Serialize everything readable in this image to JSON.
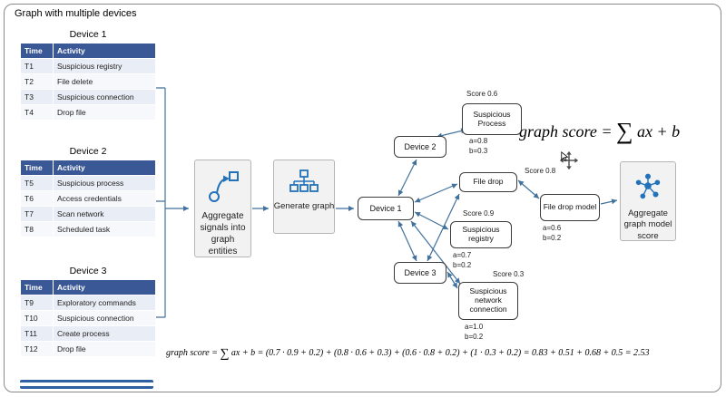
{
  "title": "Graph with multiple devices",
  "tables": [
    {
      "name": "Device 1",
      "columns": [
        "Time",
        "Activity"
      ],
      "rows": [
        [
          "T1",
          "Suspicious registry"
        ],
        [
          "T2",
          "File delete"
        ],
        [
          "T3",
          "Suspicious connection"
        ],
        [
          "T4",
          "Drop file"
        ]
      ]
    },
    {
      "name": "Device 2",
      "columns": [
        "Time",
        "Activity"
      ],
      "rows": [
        [
          "T5",
          "Suspicious process"
        ],
        [
          "T6",
          "Access credentials"
        ],
        [
          "T7",
          "Scan network"
        ],
        [
          "T8",
          "Scheduled task"
        ]
      ]
    },
    {
      "name": "Device 3",
      "columns": [
        "Time",
        "Activity"
      ],
      "rows": [
        [
          "T9",
          "Exploratory commands"
        ],
        [
          "T10",
          "Suspicious connection"
        ],
        [
          "T11",
          "Create process"
        ],
        [
          "T12",
          "Drop file"
        ]
      ]
    }
  ],
  "process_steps": [
    {
      "label": "Aggregate signals into graph entities",
      "icon": "aggregate-signals-icon"
    },
    {
      "label": "Generate graph",
      "icon": "generate-graph-icon"
    }
  ],
  "graph": {
    "device1": {
      "label": "Device 1"
    },
    "device2": {
      "label": "Device 2"
    },
    "device3": {
      "label": "Device 3"
    },
    "suspicious_process": {
      "label": "Suspicious Process",
      "score": "Score 0.6",
      "a": "a=0.8",
      "b": "b=0.3"
    },
    "file_drop": {
      "label": "File drop",
      "score": "Score 0.8"
    },
    "suspicious_registry": {
      "label": "Suspicious registry",
      "score": "Score 0.9",
      "a": "a=0.7",
      "b": "b=0.2"
    },
    "suspicious_network_connection": {
      "label": "Suspicious network connection",
      "score": "Score 0.3",
      "a": "a=1.0",
      "b": "b=0.2"
    },
    "file_drop_model": {
      "label": "File drop model",
      "a": "a=0.6",
      "b": "b=0.2"
    }
  },
  "output": {
    "label": "Aggregate graph model score"
  },
  "formulas": {
    "top": {
      "lhs": "graph score =",
      "sigma": "∑",
      "rhs": "ax + b"
    },
    "bottom": {
      "lhs": "graph score =",
      "sigma": "∑",
      "rhs": "ax + b = (0.7 · 0.9 + 0.2) + (0.8 · 0.6 + 0.3) + (0.6 · 0.8 + 0.2) + (1 · 0.3 + 0.2) = 0.83 + 0.51 + 0.68 + 0.5 = 2.53"
    }
  },
  "colors": {
    "table_header": "#3a5796",
    "edge": "#41719c",
    "icon_blue": "#2272b9",
    "box_bg": "#f2f2f2"
  }
}
